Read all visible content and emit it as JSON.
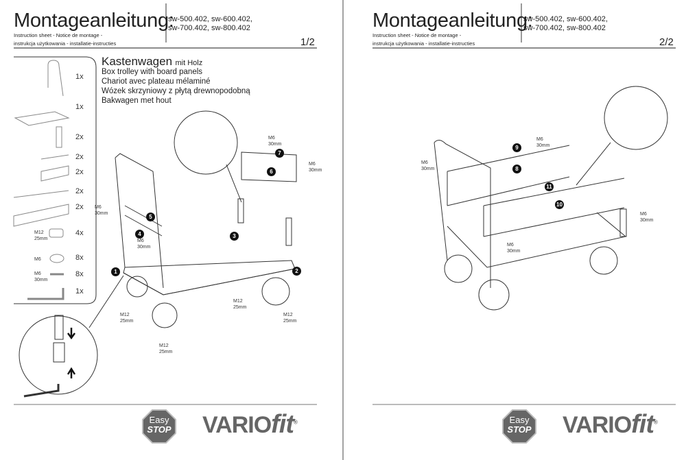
{
  "pages": [
    {
      "title": "Montageanleitung:",
      "subtitle_line1": "Instruction sheet - Notice de montage  -",
      "subtitle_line2": "instrukcja użytkowania - installatie-instructies",
      "models_line1": "sw-500.402, sw-600.402,",
      "models_line2": "sw-700.402, sw-800.402",
      "page_number": "1/2"
    },
    {
      "title": "Montageanleitung:",
      "subtitle_line1": "Instruction sheet - Notice de montage  -",
      "subtitle_line2": "instrukcja użytkowania - installatie-instructies",
      "models_line1": "sw-500.402, sw-600.402,",
      "models_line2": "sw-700.402, sw-800.402",
      "page_number": "2/2"
    }
  ],
  "product": {
    "name": "Kastenwagen",
    "name_suffix": "mit Holz",
    "en": "Box trolley with board panels",
    "fr": "Chariot avec plateau mélaminé",
    "pl": "Wózek skrzyniowy z płytą drewnopodobną",
    "nl": "Bakwagen met hout"
  },
  "parts": [
    {
      "qty": "1x"
    },
    {
      "qty": "1x"
    },
    {
      "qty": "2x"
    },
    {
      "qty": "2x"
    },
    {
      "qty": "2x"
    },
    {
      "qty": "2x"
    },
    {
      "qty": "2x"
    },
    {
      "label1": "M12",
      "label2": "25mm",
      "qty": "4x"
    },
    {
      "label1": "M6",
      "qty": "8x"
    },
    {
      "label1": "M6",
      "label2": "30mm",
      "qty": "8x"
    },
    {
      "qty": "1x"
    }
  ],
  "callouts": [
    "1",
    "2",
    "3",
    "4",
    "5",
    "6",
    "7",
    "8",
    "9",
    "10",
    "11"
  ],
  "screw_labels": {
    "m6": "M6",
    "m12": "M12",
    "l30": "30mm",
    "l25": "25mm"
  },
  "footer": {
    "badge_line1": "Easy",
    "badge_line2": "STOP",
    "brand_main": "VARIO",
    "brand_fit": "fit",
    "registered": "®"
  }
}
